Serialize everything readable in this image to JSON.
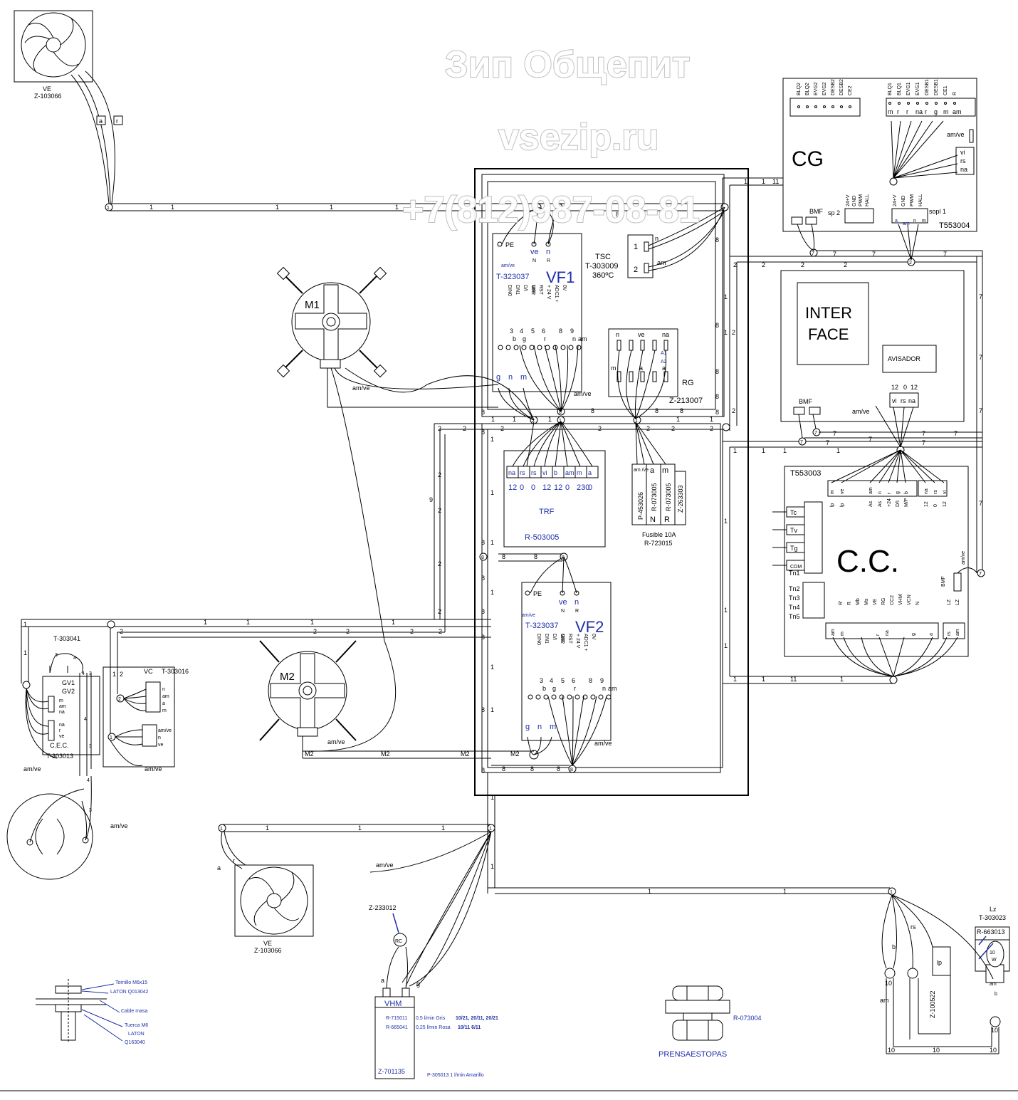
{
  "watermark": {
    "line1": "Зип Общепит",
    "line2": "vsezip.ru",
    "line3": "+7(812)987-08-81"
  },
  "components": {
    "ve_top": {
      "name": "VE",
      "ref": "Z-103066"
    },
    "ve_bottom": {
      "name": "VE",
      "ref": "Z-103066"
    },
    "cg": {
      "name": "CG",
      "ref": "T553004",
      "left_pins": [
        "BLQ2",
        "BLQ2",
        "EVG2",
        "EVG2",
        "DESB2",
        "DESB2",
        "CE2"
      ],
      "right_pins": [
        "BLQ1",
        "BLQ1",
        "EVG1",
        "EVG1",
        "DESB1",
        "DESB1",
        "CE1",
        "R"
      ],
      "wire_colors": [
        "m",
        "r",
        "r",
        "na",
        "r",
        "g",
        "m",
        "am"
      ],
      "side_pins": [
        "vi",
        "rs",
        "na"
      ],
      "amve": "am/ve",
      "bmf": "BMF",
      "sp2": "sp 2",
      "sopl1": "sopl 1",
      "sp_pins": [
        "24+V",
        "GND",
        "PWM",
        "HALL"
      ],
      "sopl_colors": [
        "a",
        "am",
        "n",
        "m"
      ]
    },
    "vf1": {
      "name": "VF1",
      "ref": "T-323037",
      "pe": "PE",
      "ve": "ve",
      "n": "n",
      "N": "N",
      "R": "R",
      "amve": "am/ve",
      "inputs": [
        "DIN0",
        "DN1",
        "D/I",
        "M/P",
        "DN2",
        "RST",
        "+ 24 V",
        "ADC1 +",
        "0V"
      ],
      "pins": [
        "3",
        "4",
        "5",
        "6",
        "8",
        "9"
      ],
      "wires": [
        "b",
        "g",
        "r",
        "n",
        "am"
      ],
      "bottom": [
        "g",
        "n",
        "m"
      ]
    },
    "vf2": {
      "name": "VF2",
      "ref": "T-323037",
      "pe": "PE",
      "ve": "ve",
      "n": "n",
      "N": "N",
      "R": "R",
      "amve": "am/ve",
      "inputs": [
        "DIN0",
        "DN1",
        "D/I",
        "M/P",
        "DN2",
        "RST",
        "+ 24 V",
        "ADC1 +",
        "0V"
      ],
      "pins": [
        "3",
        "4",
        "5",
        "6",
        "8",
        "9"
      ],
      "wires": [
        "b",
        "g",
        "r",
        "n",
        "am"
      ],
      "bottom": [
        "g",
        "n",
        "m"
      ]
    },
    "tsc": {
      "name": "TSC",
      "ref": "T-303009",
      "temp": "360ºC",
      "p1": "1",
      "p2": "2",
      "w1": "n",
      "w2": "am"
    },
    "m1": {
      "name": "M1",
      "amve": "am/ve"
    },
    "m2": {
      "name": "M2",
      "amve": "am/ve"
    },
    "rg": {
      "name": "RG",
      "ref": "Z-213007",
      "top": [
        "n",
        "ve",
        "na"
      ],
      "a1": "A1",
      "a2": "A2",
      "m": "m",
      "a": "a",
      "a2w": "a"
    },
    "trf": {
      "name": "TRF",
      "ref": "R-503005",
      "pins": [
        "na",
        "rs",
        "rs",
        "vi",
        "b",
        "am",
        "m",
        "a"
      ],
      "values": [
        "12",
        "0",
        "0",
        "12",
        "12",
        "0",
        "230",
        "0"
      ]
    },
    "fuse": {
      "cols": [
        "am /ve",
        "a",
        "m"
      ],
      "refs": [
        "P-453026",
        "R-073005",
        "R-073005",
        "Z-263303"
      ],
      "n": "N",
      "r": "R",
      "label": "Fusible 10A",
      "ref": "R-723015"
    },
    "interface": {
      "line1": "INTER",
      "line2": "FACE",
      "avisador": "AVISADOR",
      "bmf": "BMF",
      "amve": "am/ve",
      "pins": [
        "vi",
        "rs",
        "na"
      ],
      "vals": [
        "12",
        "0",
        "12"
      ]
    },
    "cc": {
      "name": "C.C.",
      "ref": "T553003",
      "sensors": [
        "Tc",
        "Tv",
        "Tg",
        "COM"
      ],
      "tn": [
        "Tn1",
        "Tn2",
        "Tn3",
        "Tn4",
        "Tn5"
      ],
      "top_pins": [
        "m",
        "ve",
        "am",
        "n",
        "r",
        "g",
        "b",
        "na",
        "rs",
        "vi"
      ],
      "top_labels": [
        "lp",
        "lp",
        "As",
        "As",
        "+24",
        "D/I",
        "M/P",
        "12",
        "0",
        "12"
      ],
      "bottom_labels": [
        "R'",
        "R",
        "Mb",
        "Ms",
        "VE",
        "RG",
        "CC2",
        "VHM",
        "VCN",
        "N"
      ],
      "bottom_pins": [
        "am",
        "m",
        "r",
        "na",
        "g",
        "a"
      ],
      "lz_pins": [
        "rs",
        "am"
      ],
      "lz": [
        "LZ",
        "LZ"
      ],
      "bmf": "BMF",
      "amve": "am/ve"
    },
    "gv": {
      "ref1": "T-303041",
      "name1": "GV1",
      "name2": "GV2",
      "cec": "C.E.C.",
      "ref2": "T-303013",
      "pins1": [
        "m",
        "am",
        "na"
      ],
      "pins2": [
        "na",
        "r",
        "ve"
      ],
      "amve": "am/ve"
    },
    "vc": {
      "name": "VC",
      "ref": "T-303016",
      "pins": [
        "n",
        "am",
        "a",
        "m"
      ],
      "pins2": [
        "am/ve",
        "n",
        "ve"
      ],
      "amve": "am/ve"
    },
    "vhm": {
      "name": "VHM",
      "ref": "Z-701135",
      "rc": "RC",
      "rc_ref": "Z-233012",
      "a": "a",
      "g": "g",
      "rows": [
        {
          "ref": "R-715011",
          "text": "0,5 l/min  Gris",
          "bold": "10/21, 20/11, 20/21"
        },
        {
          "ref": "R-665041",
          "text": "0,25 l/min  Rosa",
          "bold": "10/11  6/11"
        }
      ],
      "bottom": "P-305013    1  l/min    Amarillo",
      "amve": "am/ve"
    },
    "lz": {
      "name": "Lz",
      "ref": "T-303023",
      "lamp": "R-663013",
      "w": "10",
      "wunit": "W",
      "am": "am",
      "b": "b",
      "ten": "10",
      "lp": "lp",
      "rs": "rs",
      "lp_ref": "Z-100522"
    },
    "prensa": {
      "name": "PRENSAESTOPAS",
      "ref": "R-073004"
    },
    "earth": {
      "tornillo": "Tornillo M6x15",
      "laton1": "LATON Q013042",
      "cable": "Cable masa",
      "tuerca": "Tuerca M6",
      "laton2": "LATON",
      "ref": "Q163040"
    }
  },
  "wires": {
    "n1": "1",
    "n2": "2",
    "n7": "7",
    "n8": "8",
    "n9": "9",
    "n10": "10",
    "n11": "11",
    "m2": "M2",
    "a": "a",
    "r": "r",
    "c3": "3",
    "c4": "4",
    "amve": "am/ve"
  }
}
